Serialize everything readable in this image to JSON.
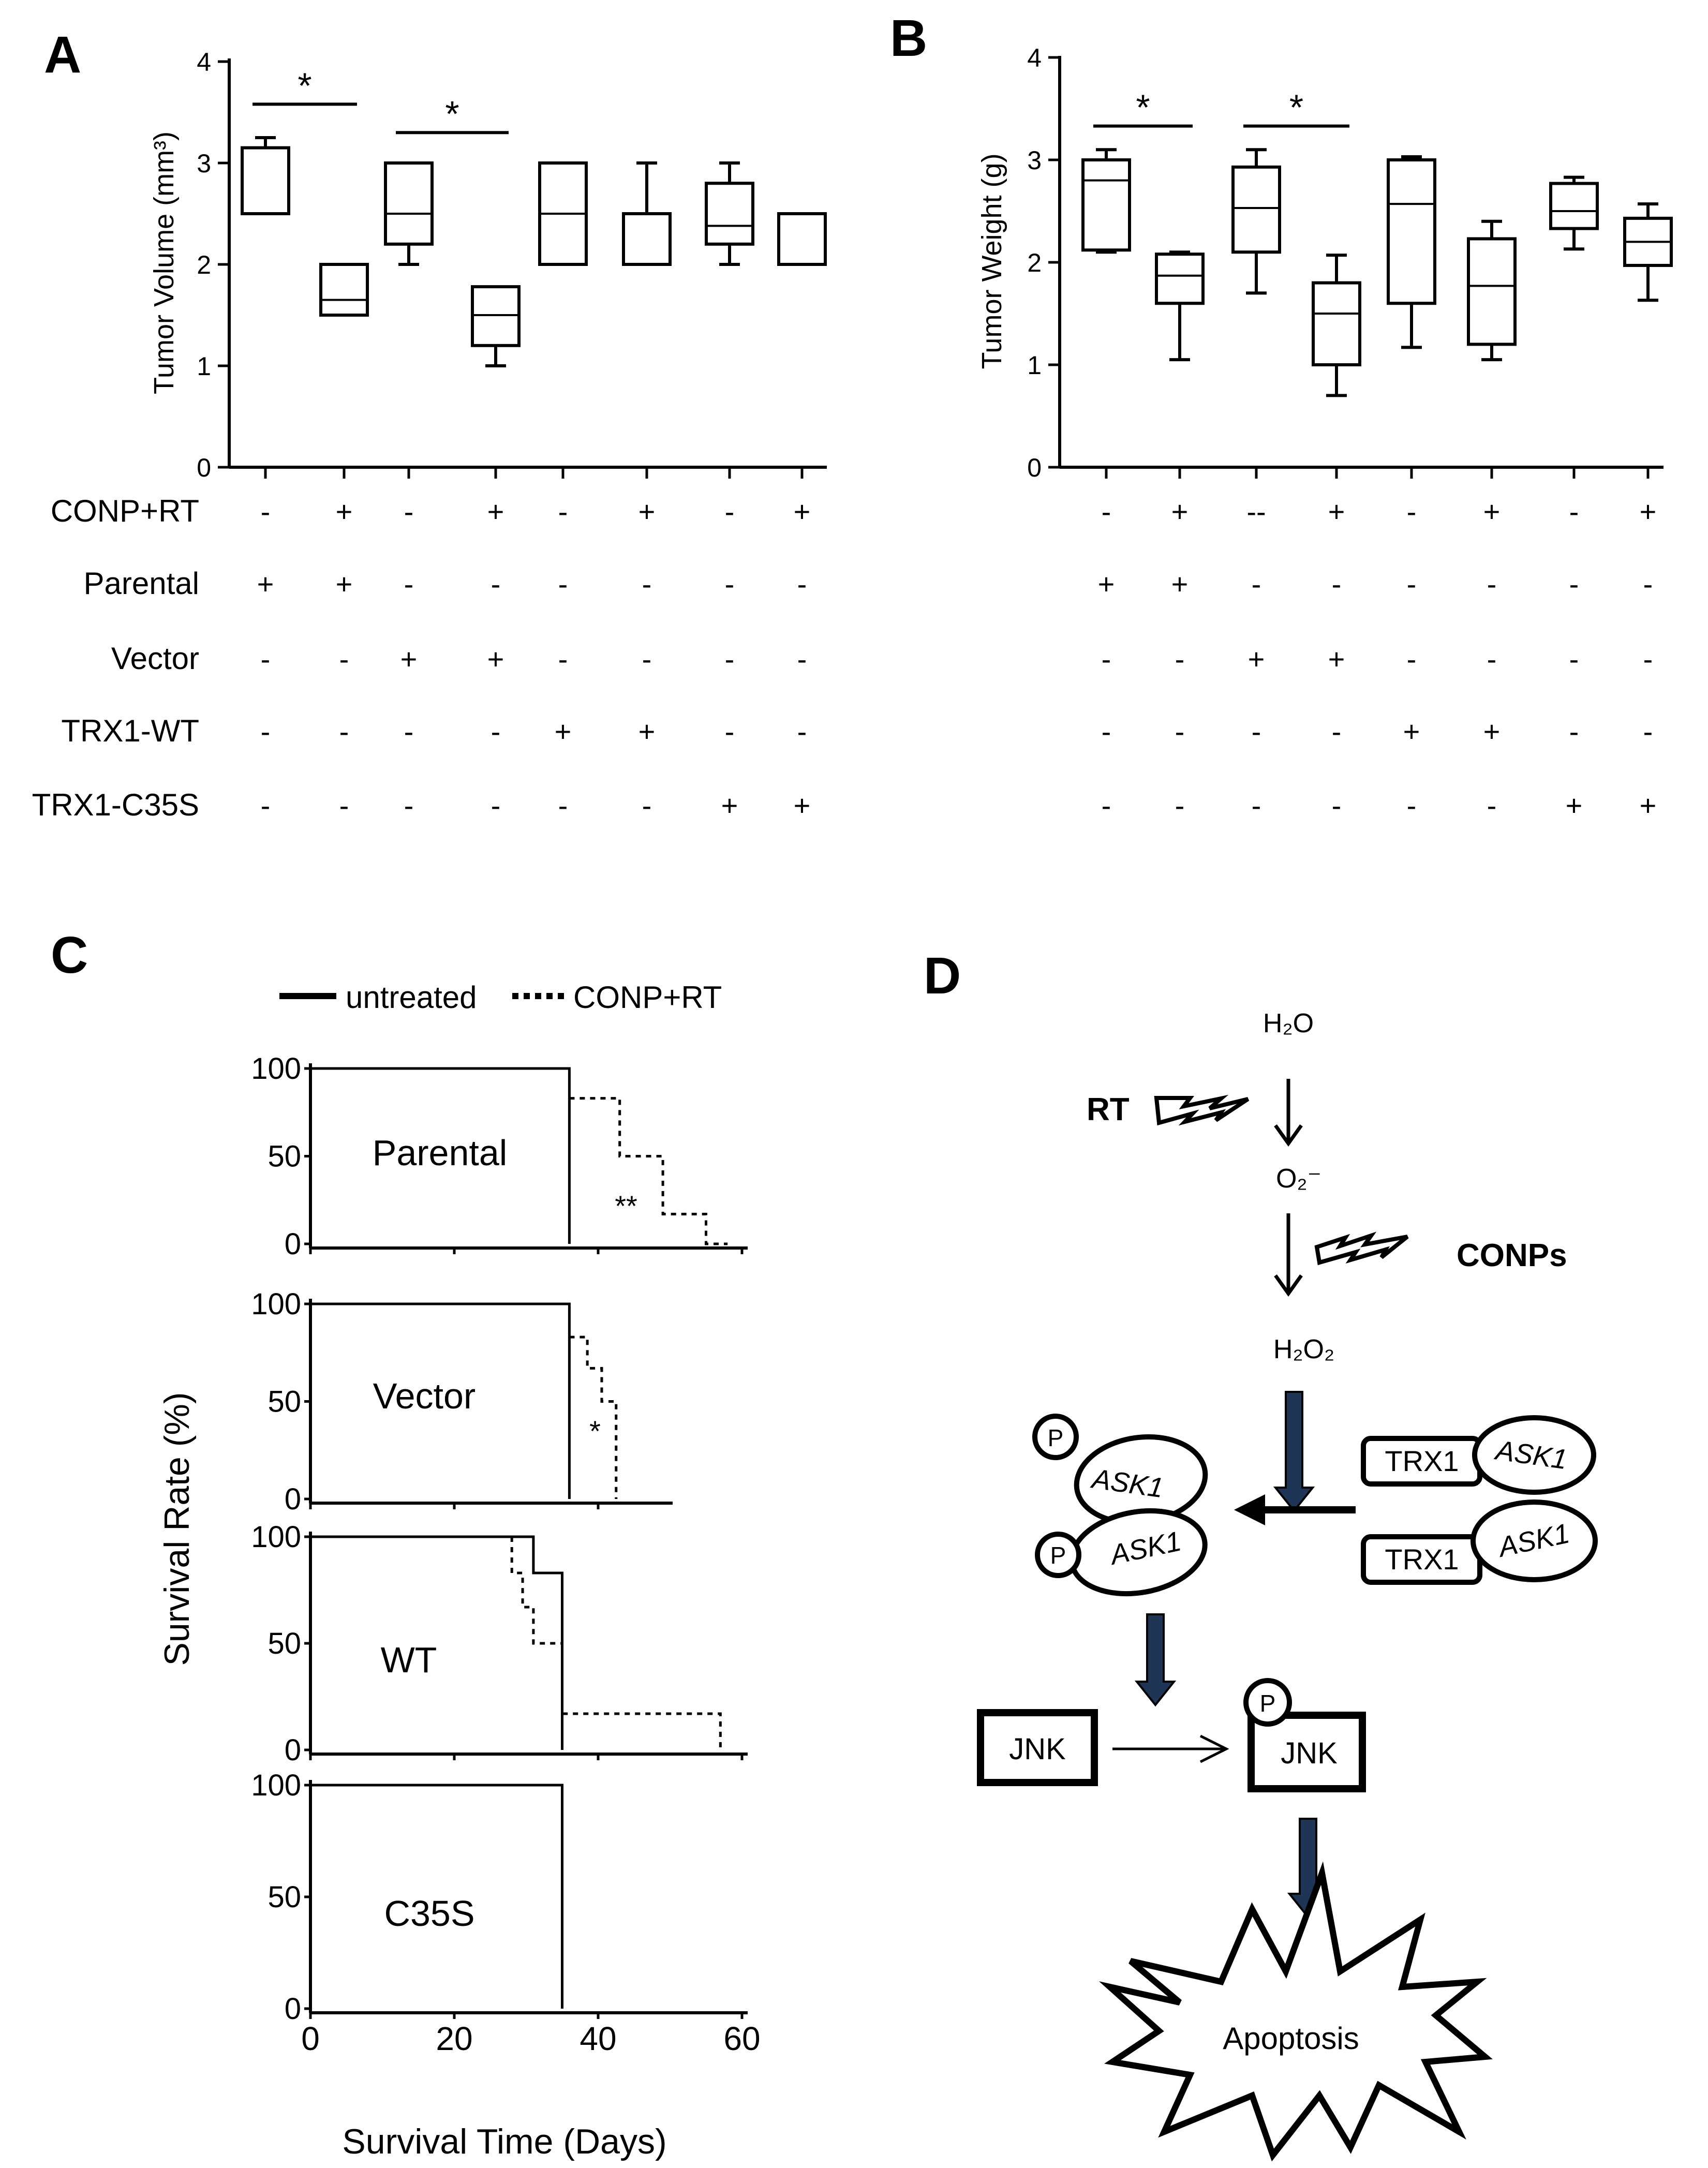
{
  "panels": {
    "A": "A",
    "B": "B",
    "C": "C",
    "D": "D"
  },
  "conditions": {
    "labels": [
      "CONP+RT",
      "Parental",
      "Vector",
      "TRX1-WT",
      "TRX1-C35S"
    ],
    "A": [
      [
        "-",
        "+",
        "-",
        "+",
        "-",
        "+",
        "-",
        "+"
      ],
      [
        "+",
        "+",
        "-",
        "-",
        "-",
        "-",
        "-",
        "-"
      ],
      [
        "-",
        "-",
        "+",
        "+",
        "-",
        "-",
        "-",
        "-"
      ],
      [
        "-",
        "-",
        "-",
        "-",
        "+",
        "+",
        "-",
        "-"
      ],
      [
        "-",
        "-",
        "-",
        "-",
        "-",
        "-",
        "+",
        "+"
      ]
    ],
    "B": [
      [
        "-",
        "+",
        "--",
        "+",
        "-",
        "+",
        "-",
        "+"
      ],
      [
        "+",
        "+",
        "-",
        "-",
        "-",
        "-",
        "-",
        "-"
      ],
      [
        "-",
        "-",
        "+",
        "+",
        "-",
        "-",
        "-",
        "-"
      ],
      [
        "-",
        "-",
        "-",
        "-",
        "+",
        "+",
        "-",
        "-"
      ],
      [
        "-",
        "-",
        "-",
        "-",
        "-",
        "-",
        "+",
        "+"
      ]
    ]
  },
  "chart_data": [
    {
      "panel": "A",
      "type": "box",
      "ylabel": "Tumor Volume (mm³)",
      "ylim": [
        0,
        4
      ],
      "yticks": [
        0,
        1,
        2,
        3,
        4
      ],
      "boxes": [
        {
          "min": 2.5,
          "q1": 2.5,
          "median": 2.5,
          "q3": 3.15,
          "max": 3.25
        },
        {
          "min": 1.5,
          "q1": 1.5,
          "median": 1.65,
          "q3": 2.0,
          "max": 2.0
        },
        {
          "min": 2.0,
          "q1": 2.2,
          "median": 2.5,
          "q3": 3.0,
          "max": 3.0
        },
        {
          "min": 1.0,
          "q1": 1.2,
          "median": 1.5,
          "q3": 1.78,
          "max": 1.78
        },
        {
          "min": 2.0,
          "q1": 2.0,
          "median": 2.5,
          "q3": 3.0,
          "max": 3.0
        },
        {
          "min": 2.0,
          "q1": 2.0,
          "median": 2.0,
          "q3": 2.5,
          "max": 3.0
        },
        {
          "min": 2.0,
          "q1": 2.2,
          "median": 2.38,
          "q3": 2.8,
          "max": 3.0
        },
        {
          "min": 2.0,
          "q1": 2.0,
          "median": 2.0,
          "q3": 2.5,
          "max": 2.5
        }
      ],
      "significance": [
        {
          "from": 0,
          "to": 1,
          "y": 3.58,
          "label": "*"
        },
        {
          "from": 2,
          "to": 3,
          "y": 3.3,
          "label": "*"
        }
      ]
    },
    {
      "panel": "B",
      "type": "box",
      "ylabel": "Tumor Weight (g)",
      "ylim": [
        0,
        4
      ],
      "yticks": [
        0,
        1,
        2,
        3,
        4
      ],
      "boxes": [
        {
          "min": 2.1,
          "q1": 2.12,
          "median": 2.8,
          "q3": 3.0,
          "max": 3.1
        },
        {
          "min": 1.05,
          "q1": 1.6,
          "median": 1.87,
          "q3": 2.08,
          "max": 2.1
        },
        {
          "min": 1.7,
          "q1": 2.1,
          "median": 2.53,
          "q3": 2.93,
          "max": 3.1
        },
        {
          "min": 0.7,
          "q1": 1.0,
          "median": 1.5,
          "q3": 1.8,
          "max": 2.07
        },
        {
          "min": 1.17,
          "q1": 1.6,
          "median": 2.57,
          "q3": 3.0,
          "max": 3.03
        },
        {
          "min": 1.05,
          "q1": 1.2,
          "median": 1.77,
          "q3": 2.23,
          "max": 2.4
        },
        {
          "min": 2.13,
          "q1": 2.33,
          "median": 2.5,
          "q3": 2.77,
          "max": 2.83
        },
        {
          "min": 1.63,
          "q1": 1.97,
          "median": 2.2,
          "q3": 2.43,
          "max": 2.57
        }
      ],
      "significance": [
        {
          "from": 0,
          "to": 1,
          "y": 3.33,
          "label": "*"
        },
        {
          "from": 2,
          "to": 3,
          "y": 3.33,
          "label": "*"
        }
      ]
    },
    {
      "panel": "C",
      "type": "line",
      "xlabel": "Survival Time (Days)",
      "ylabel": "Survival Rate (%)",
      "xlim": [
        0,
        60
      ],
      "xticks": [
        0,
        20,
        40,
        60
      ],
      "ylim": [
        0,
        100
      ],
      "yticks": [
        0,
        50,
        100
      ],
      "legend": [
        "untreated",
        "CONP+RT"
      ],
      "subplots": [
        {
          "label": "Parental",
          "annotation": "**",
          "series": [
            {
              "name": "untreated",
              "x": [
                0,
                36,
                36
              ],
              "y": [
                100,
                100,
                0
              ]
            },
            {
              "name": "CONP+RT",
              "x": [
                36,
                43,
                43,
                49,
                49,
                55,
                55,
                58,
                58
              ],
              "y": [
                83,
                83,
                50,
                50,
                17,
                17,
                0,
                0,
                0
              ]
            }
          ]
        },
        {
          "label": "Vector",
          "annotation": "*",
          "series": [
            {
              "name": "untreated",
              "x": [
                0,
                36,
                36
              ],
              "y": [
                100,
                100,
                0
              ]
            },
            {
              "name": "CONP+RT",
              "x": [
                36,
                38.5,
                38.5,
                40.5,
                40.5,
                42.5,
                42.5
              ],
              "y": [
                83,
                83,
                67,
                67,
                50,
                50,
                0
              ]
            }
          ]
        },
        {
          "label": "WT",
          "series": [
            {
              "name": "untreated",
              "x": [
                0,
                31,
                31,
                35,
                35
              ],
              "y": [
                100,
                100,
                83,
                83,
                0
              ]
            },
            {
              "name": "CONP+RT",
              "x": [
                28,
                28,
                29.5,
                29.5,
                31,
                31,
                35,
                35,
                57,
                57
              ],
              "y": [
                100,
                83,
                83,
                67,
                67,
                50,
                50,
                17,
                17,
                0
              ]
            }
          ]
        },
        {
          "label": "C35S",
          "series": [
            {
              "name": "untreated",
              "x": [
                0,
                35,
                35
              ],
              "y": [
                100,
                100,
                0
              ]
            }
          ]
        }
      ]
    }
  ],
  "diagram": {
    "h2o": "H₂O",
    "rt": "RT",
    "o2": "O₂⁻",
    "conps": "CONPs",
    "h2o2": "H₂O₂",
    "p": "P",
    "ask1": "ASK1",
    "trx1": "TRX1",
    "jnk": "JNK",
    "apoptosis": "Apoptosis",
    "arrow_color": "#1f3556"
  }
}
